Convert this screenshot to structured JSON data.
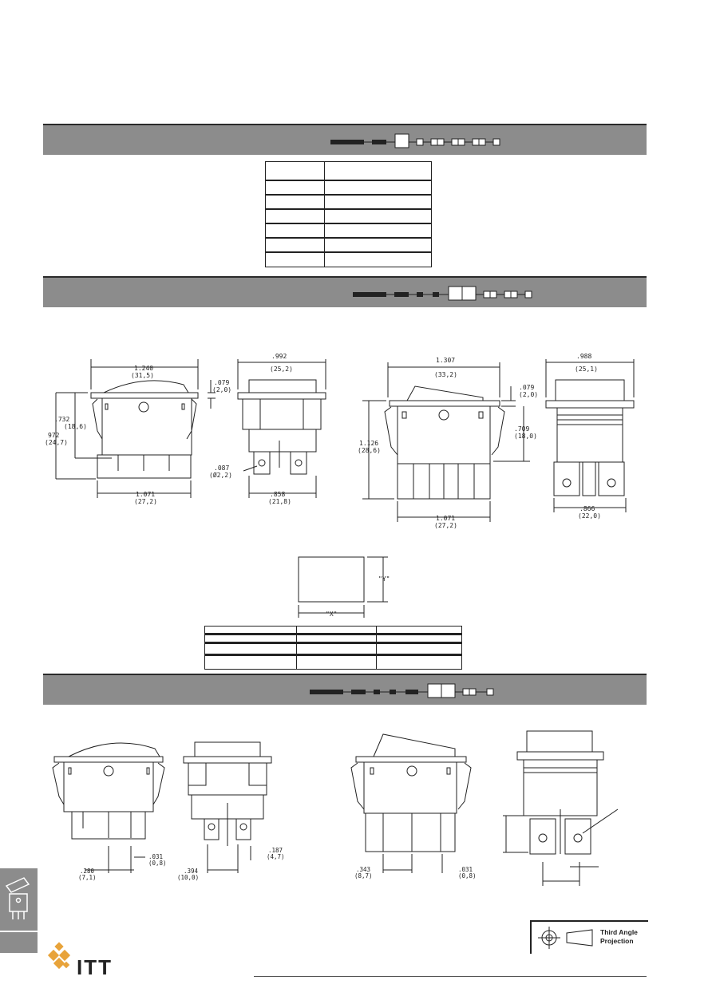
{
  "dimensions": {
    "top_left": {
      "width": [
        "1.240",
        "(31,5)"
      ],
      "height_total": [
        "972",
        "(24,7)"
      ],
      "height_body": [
        ".732",
        "(18,6)"
      ],
      "flange": [
        ".079",
        "(2,0)"
      ],
      "base": [
        "1.071",
        "(27,2)"
      ]
    },
    "top_side": {
      "width": [
        ".992",
        "(25,2)"
      ],
      "hole": [
        ".087",
        "(Ø2,2)"
      ],
      "base": [
        ".858",
        "(21,8)"
      ]
    },
    "top_right": {
      "width": [
        "1.307",
        "(33,2)"
      ],
      "flange": [
        ".079",
        "(2,0)"
      ],
      "height_total": [
        "1.126",
        "(28,6)"
      ],
      "height_body": [
        ".709",
        "(18,0)"
      ],
      "base": [
        "1.071",
        "(27,2)"
      ]
    },
    "top_right_side": {
      "width": [
        ".988",
        "(25,1)"
      ],
      "base": [
        ".866",
        "(22,0)"
      ]
    },
    "cutout": {
      "x_label": "\"X\"",
      "y_label": "\"Y\""
    },
    "bottom_left": {
      "pitch": [
        ".280",
        "(7,1)"
      ],
      "pin": [
        ".031",
        "(0,8)"
      ]
    },
    "bottom_side": {
      "pitch": [
        ".394",
        "(10,0)"
      ],
      "tab": [
        ".187",
        "(4,7)"
      ]
    },
    "bottom_right": {
      "pitch": [
        ".343",
        "(8,7)"
      ],
      "pin": [
        ".031",
        "(0,8)"
      ]
    }
  },
  "projection_label_line1": "Third Angle",
  "projection_label_line2": "Projection",
  "brand": "ITT",
  "colors": {
    "band": "#8c8c8c",
    "ink": "#222222"
  }
}
